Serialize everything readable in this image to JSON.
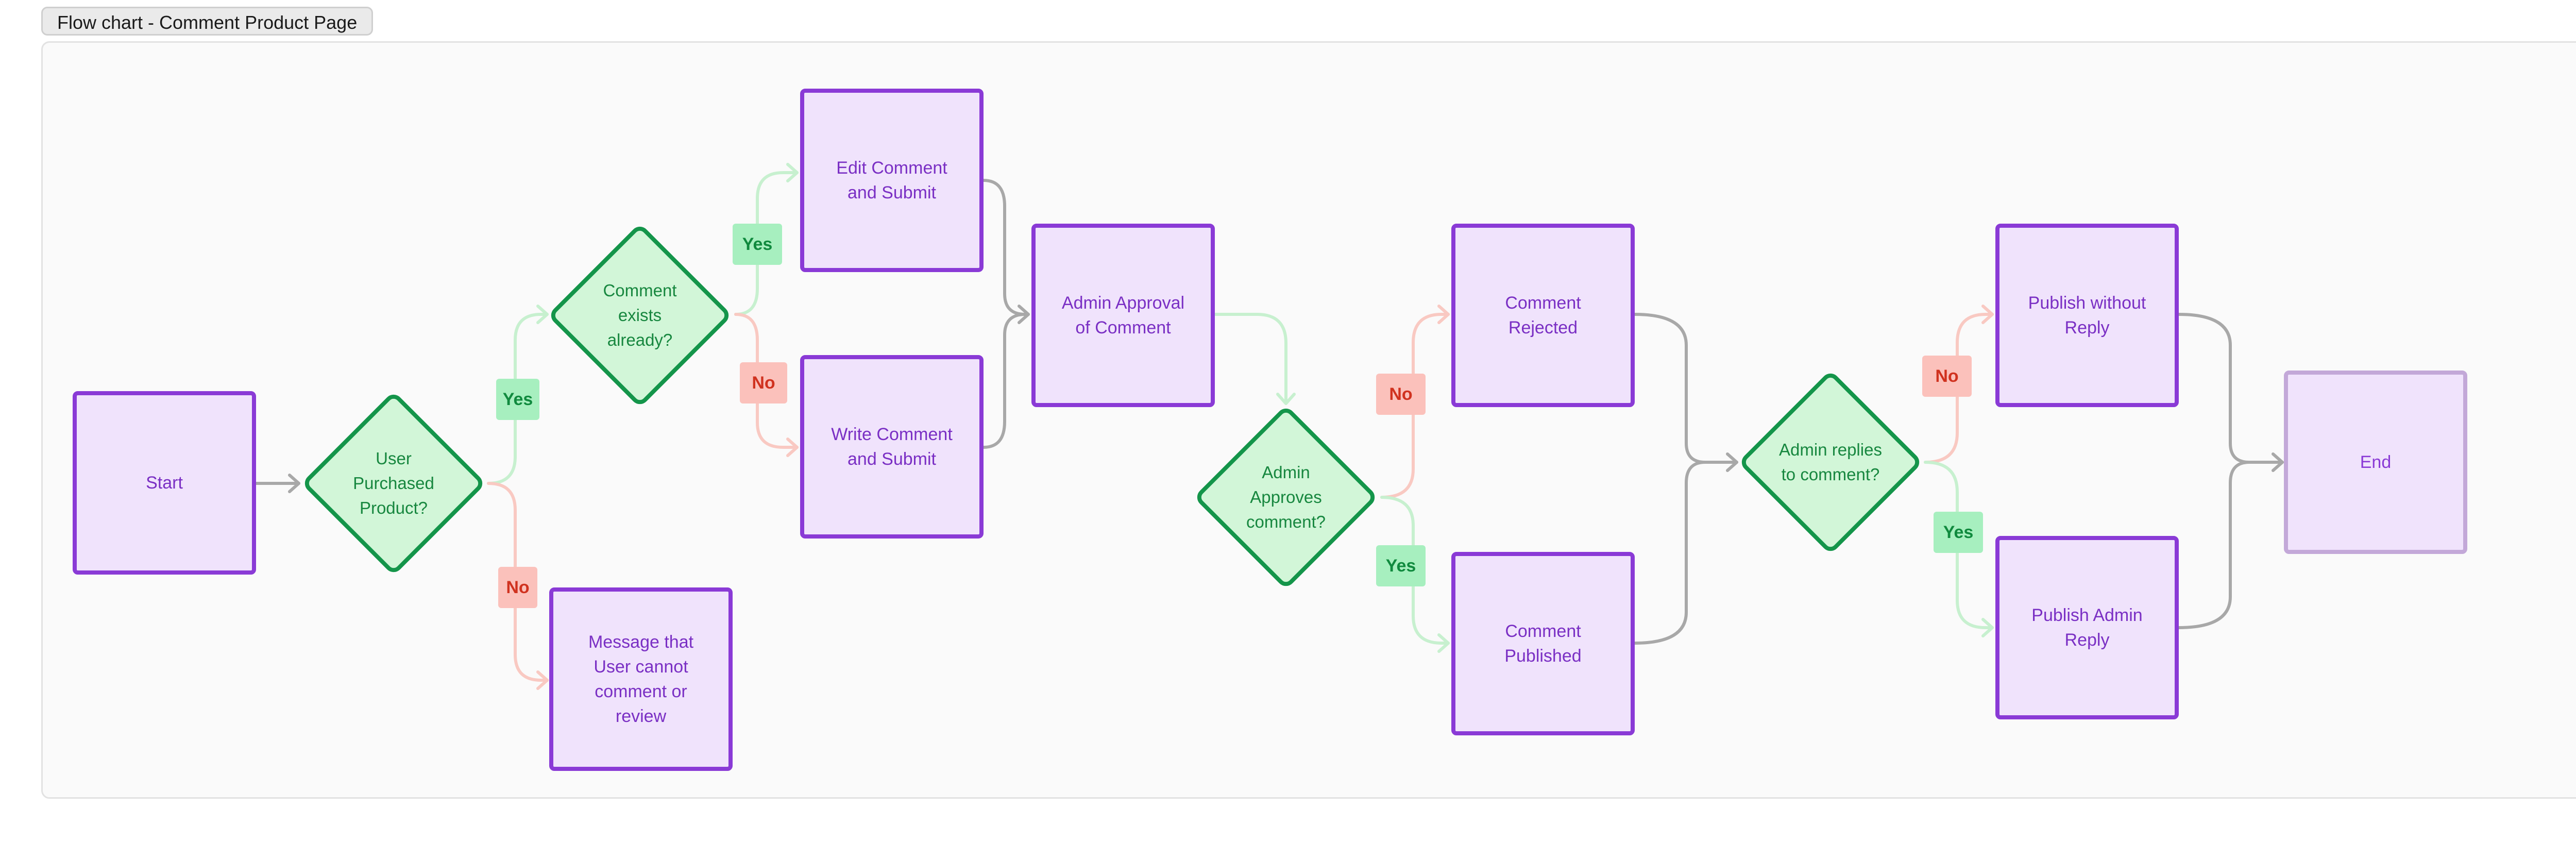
{
  "frame": {
    "title": "Flow chart - Comment Product Page"
  },
  "colors": {
    "box_fill": "#f0e3fc",
    "box_border": "#8a3ad6",
    "decision_fill": "#d2f6d8",
    "decision_border": "#14954a",
    "yes_edge": "#c7f0cf",
    "no_edge": "#f9c9c2",
    "neutral_edge": "#a8a8a8"
  },
  "nodes": {
    "start": "Start",
    "user_purchased": "User Purchased Product?",
    "comment_exists": "Comment exists already?",
    "edit_comment": "Edit Comment and Submit",
    "write_comment": "Write Comment and Submit",
    "cannot_comment": "Message that User cannot comment or review",
    "admin_approval": "Admin Approval of Comment",
    "admin_approves": "Admin Approves comment?",
    "comment_rejected": "Comment Rejected",
    "comment_published": "Comment Published",
    "admin_replies": "Admin replies to comment?",
    "publish_without_reply": "Publish without Reply",
    "publish_admin_reply": "Publish Admin Reply",
    "end": "End"
  },
  "edge_labels": {
    "purchased_yes": "Yes",
    "purchased_no": "No",
    "exists_yes": "Yes",
    "exists_no": "No",
    "approves_no": "No",
    "approves_yes": "Yes",
    "replies_no": "No",
    "replies_yes": "Yes"
  }
}
